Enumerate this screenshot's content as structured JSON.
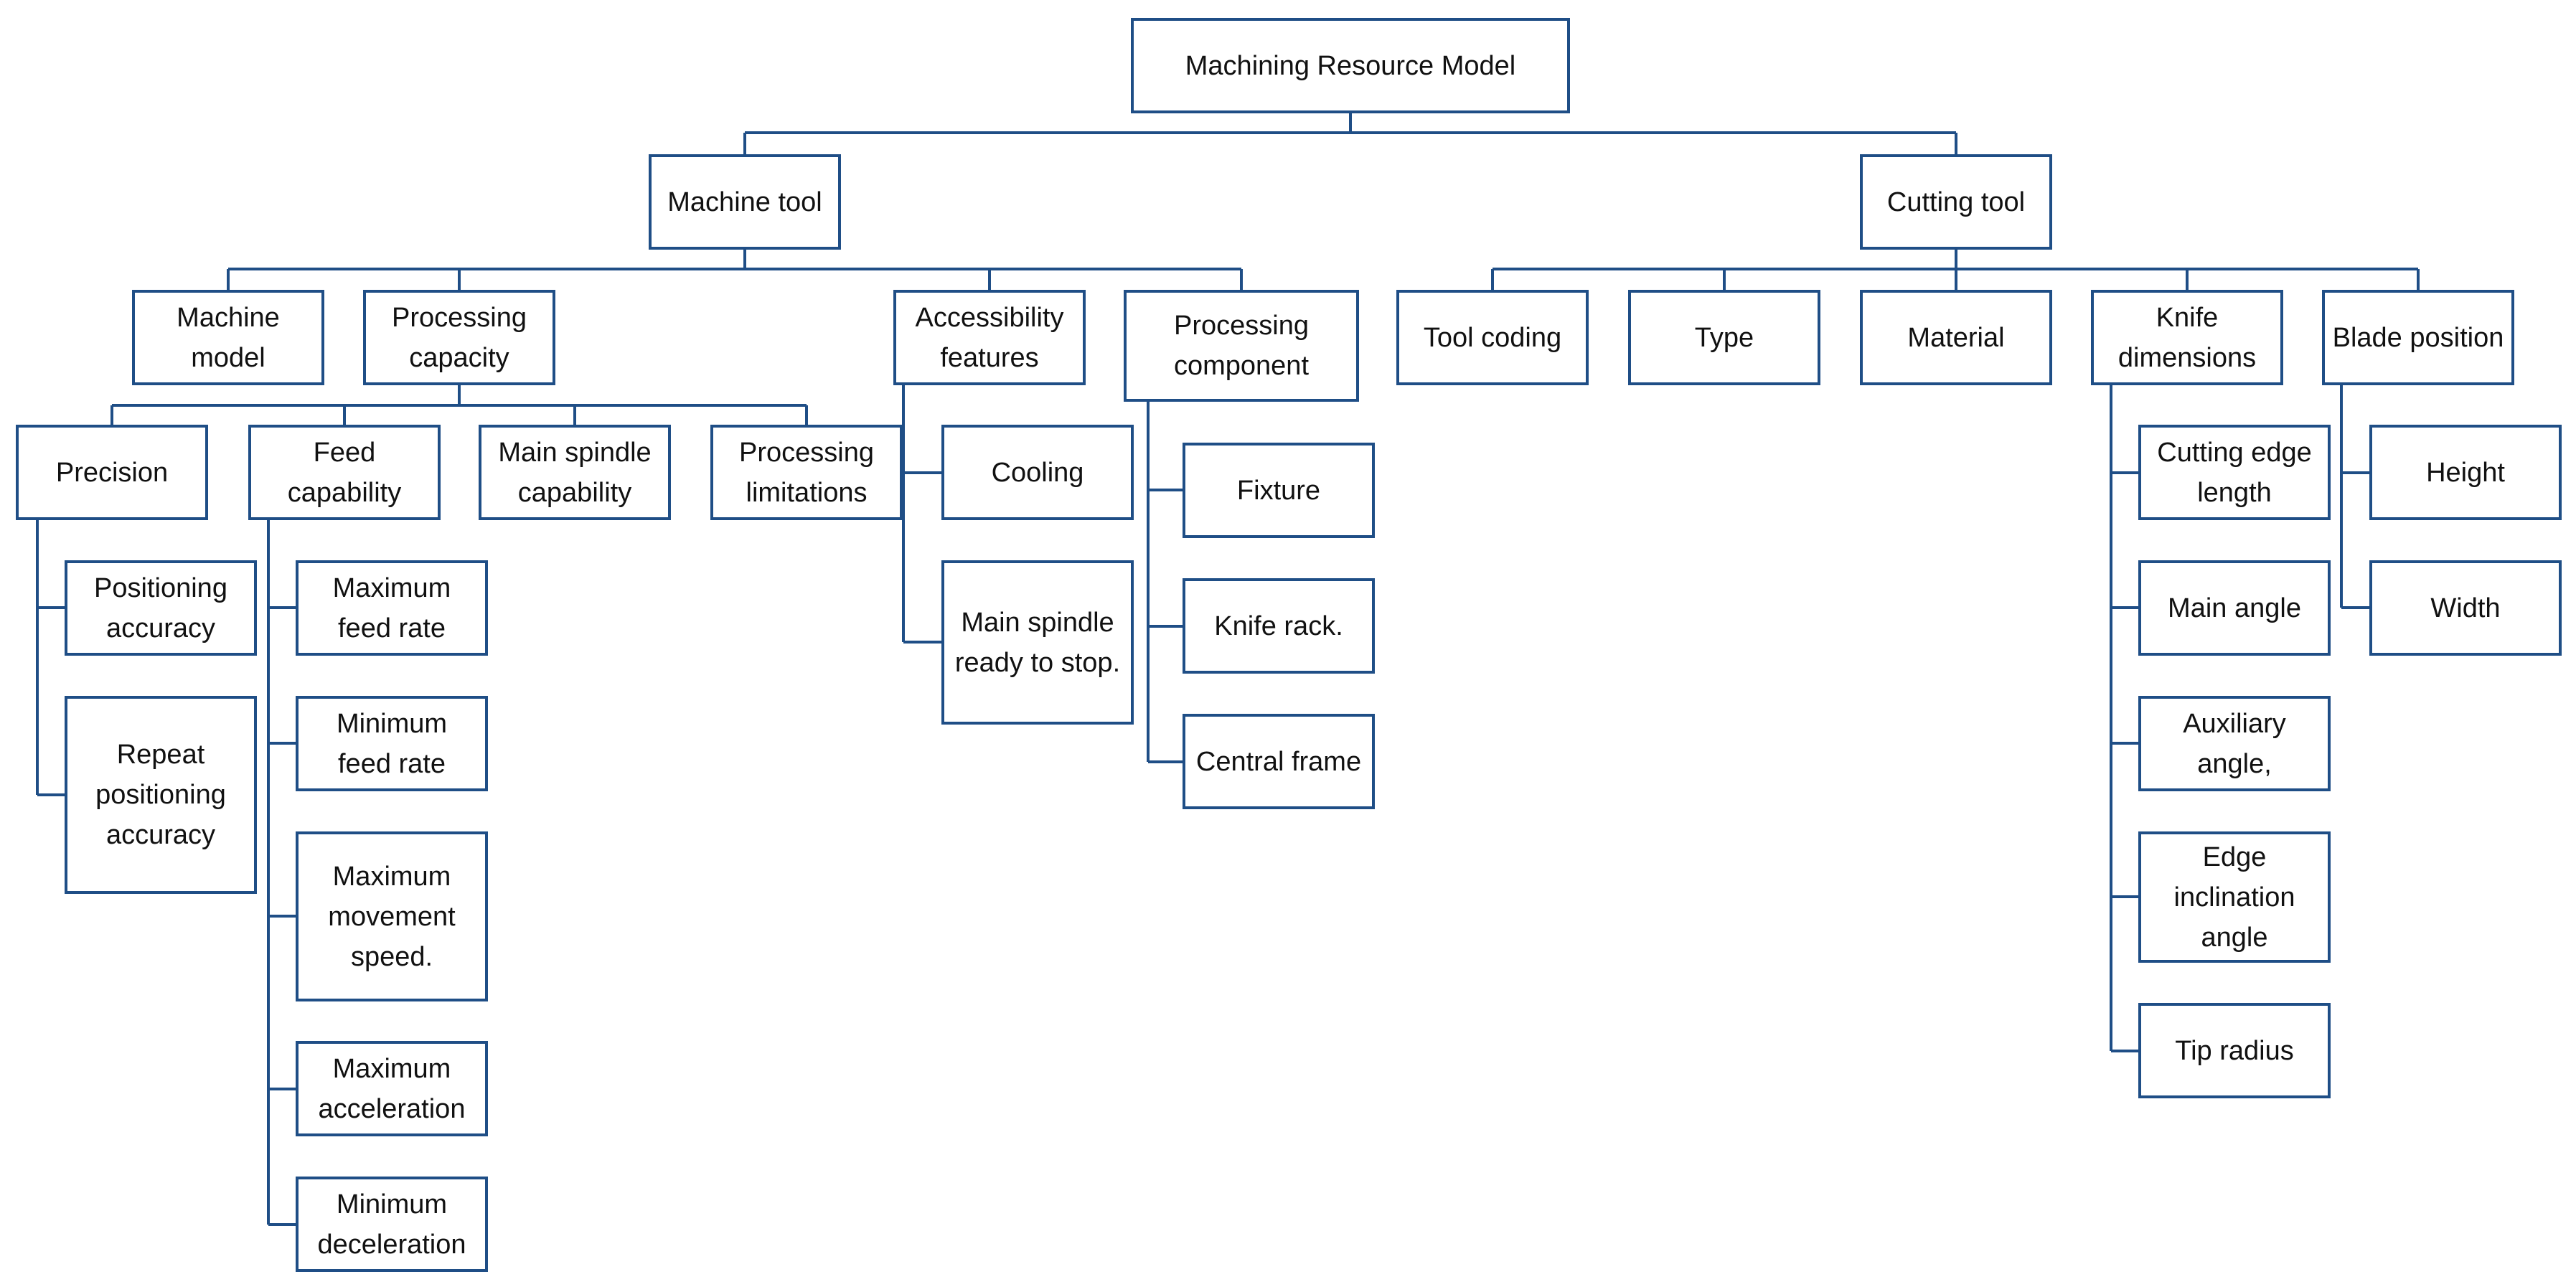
{
  "diagram": {
    "root": "Machining Resource Model",
    "machine_tool": {
      "label": "Machine tool",
      "machine_model": "Machine\nmodel",
      "processing_capacity": {
        "label": "Processing\ncapacity",
        "precision": {
          "label": "Precision",
          "items": [
            "Positioning\naccuracy",
            "Repeat\npositioning\naccuracy"
          ]
        },
        "feed_capability": {
          "label": "Feed\ncapability",
          "items": [
            "Maximum\nfeed rate",
            "Minimum\nfeed rate",
            "Maximum\nmovement\nspeed.",
            "Maximum\nacceleration",
            "Minimum\ndeceleration"
          ]
        },
        "main_spindle_capability": "Main spindle\ncapability",
        "processing_limitations": "Processing\nlimitations"
      },
      "accessibility_features": {
        "label": "Accessibility\nfeatures",
        "items": [
          "Cooling",
          "Main spindle\nready to stop."
        ]
      },
      "processing_component": {
        "label": "Processing\ncomponent",
        "items": [
          "Fixture",
          "Knife rack.",
          "Central frame"
        ]
      }
    },
    "cutting_tool": {
      "label": "Cutting tool",
      "tool_coding": "Tool coding",
      "type": "Type",
      "material": "Material",
      "knife_dimensions": {
        "label": "Knife\ndimensions",
        "items": [
          "Cutting edge\nlength",
          "Main angle",
          "Auxiliary\nangle,",
          "Edge\ninclination\nangle",
          "Tip radius"
        ]
      },
      "blade_position": {
        "label": "Blade position",
        "items": [
          "Height",
          "Width"
        ]
      }
    },
    "colors": {
      "line": "#1f4e86",
      "box_border": "#1f4e86",
      "text": "#111111"
    }
  }
}
